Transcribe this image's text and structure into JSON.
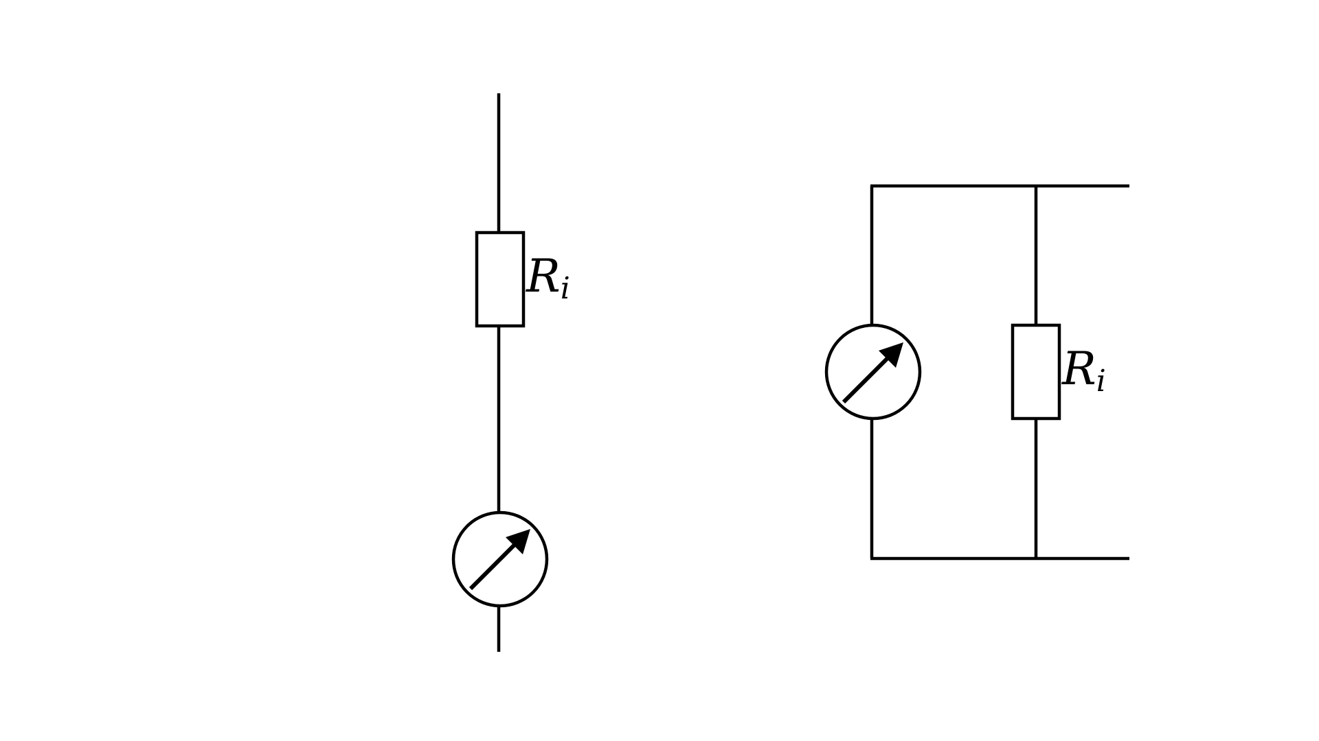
{
  "diagram": {
    "series_circuit": {
      "resistor_label": {
        "main": "R",
        "sub": "i"
      }
    },
    "parallel_circuit": {
      "resistor_label": {
        "main": "R",
        "sub": "i"
      }
    }
  }
}
